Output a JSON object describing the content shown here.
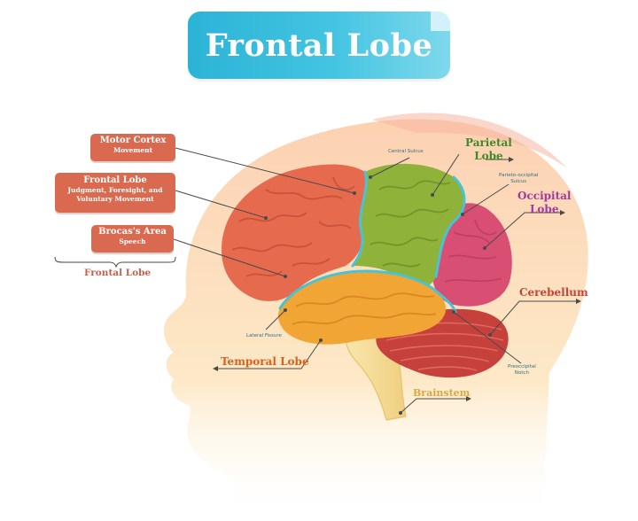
{
  "title": "Frontal Lobe",
  "boxes": {
    "motor_cortex": {
      "title": "Motor Cortex",
      "sub": "Movement"
    },
    "frontal_lobe": {
      "title": "Frontal Lobe",
      "sub1": "Judgment, Foresight, and",
      "sub2": "Voluntary Movement"
    },
    "brocas_area": {
      "title": "Brocas's Area",
      "sub": "Speech"
    }
  },
  "labels": {
    "frontal_lobe_group": "Frontal Lobe",
    "parietal_line1": "Parietal",
    "parietal_line2": "Lobe",
    "occipital_line1": "Occipital",
    "occipital_line2": "Lobe",
    "cerebellum": "Cerebellum",
    "temporal_lobe": "Temporal Lobe",
    "brainstem": "Brainstem",
    "central_sulcus": "Central Sulcus",
    "parieto_line1": "Parieto-occipital",
    "parieto_line2": "Sulcus",
    "lateral_fissure": "Lateral Fissure",
    "preocc_line1": "Preoccipital",
    "preocc_line2": "Notch"
  },
  "colors": {
    "title_banner": "#2bb3d6",
    "frontal": "#e66a4e",
    "parietal": "#8fb23a",
    "temporal": "#f0a535",
    "occipital": "#d94f74",
    "cerebellum": "#c7413c",
    "brainstem": "#f6df9c",
    "sulcus": "#47c3d6",
    "head_silhouette": "#fbd8b0"
  }
}
